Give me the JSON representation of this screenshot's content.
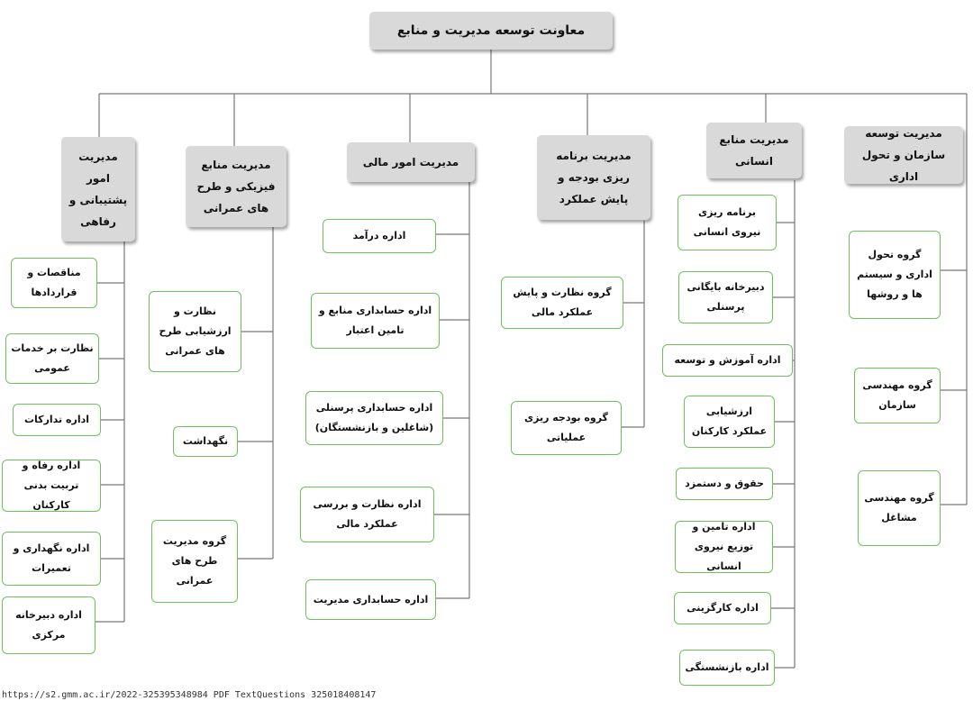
{
  "root": "معاونت توسعه مدیریت و منابع",
  "departments": [
    {
      "title": "مدیریت توسعه سازمان و تحول اداری",
      "units": [
        "گروه تحول اداری و سیستم ها و روشها",
        "گروه مهندسی سازمان",
        "گروه مهندسی مشاغل"
      ]
    },
    {
      "title": "مدیریت منابع انسانی",
      "units": [
        "برنامه ریزی نیروی انسانی",
        "دبیرخانه بایگانی پرسنلی",
        "اداره آموزش و توسعه",
        "ارزشیابی عملکرد کارکنان",
        "حقوق و دستمزد",
        "اداره تامین و توزیع نیروی انسانی",
        "اداره کارگزینی",
        "اداره بازنشستگی"
      ]
    },
    {
      "title": "مدیریت برنامه ریزی بودجه و پایش عملکرد",
      "units": [
        "گروه نظارت و پایش عملکرد مالی",
        "گروه بودجه ریزی عملیاتی"
      ]
    },
    {
      "title": "مدیریت امور مالی",
      "units": [
        "اداره درآمد",
        "اداره حسابداری منابع و تامین اعتبار",
        "اداره حسابداری پرسنلی (شاغلین و بازنشستگان)",
        "اداره نظارت و بررسی عملکرد مالی",
        "اداره حسابداری مدیریت"
      ]
    },
    {
      "title": "مدیریت منابع فیزیکی و طرح های عمرانی",
      "units": [
        "نظارت و ارزشیابی طرح های عمرانی",
        "نگهداشت",
        "گروه مدیریت طرح های عمرانی"
      ]
    },
    {
      "title": "مدیریت امور پشتیبانی و رفاهی",
      "units": [
        "مناقصات و قراردادها",
        "نظارت بر خدمات عمومی",
        "اداره تدارکات",
        "اداره رفاه و تربیت بدنی کارکنان",
        "اداره نگهداری و تعمیرات",
        "اداره دبیرخانه مرکزی"
      ]
    }
  ],
  "footer": "https://s2.gmm.ac.ir/2022-325395348984 PDF TextQuestions 325018408147"
}
